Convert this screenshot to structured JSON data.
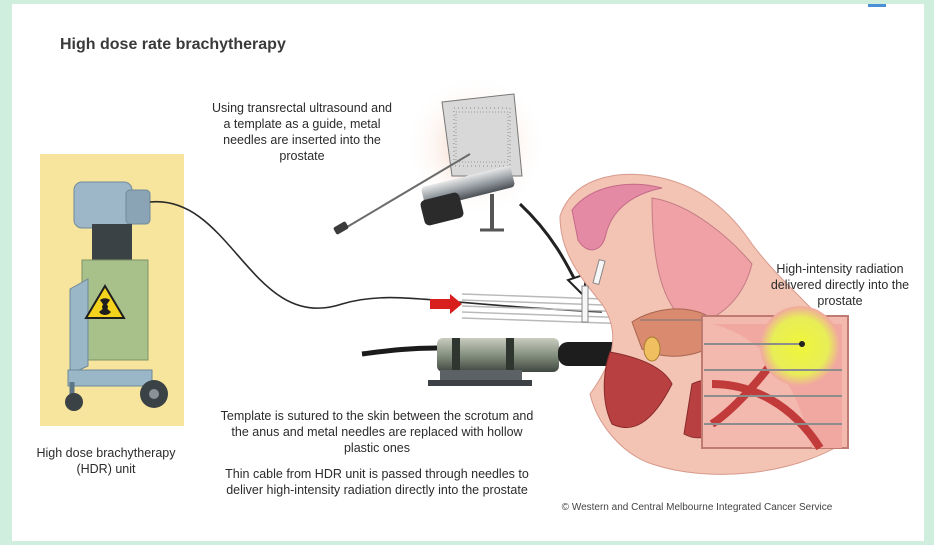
{
  "title": "High dose rate brachytherapy",
  "callouts": {
    "template_guide": "Using transrectal ultrasound and a template as a guide, metal needles are inserted into the prostate",
    "radiation": "High-intensity radiation delivered directly into the prostate",
    "sutured": "Template is sutured to the skin between the scrotum and the anus and metal needles are replaced with hollow plastic ones",
    "cable": "Thin cable from HDR unit is passed through needles to deliver high-intensity radiation directly into the prostate",
    "hdr_unit": "High dose brachytherapy (HDR) unit"
  },
  "copyright": "© Western and Central Melbourne Integrated Cancer Service",
  "icons": [
    "radiation-warning-icon",
    "arrow-icon"
  ],
  "colors": {
    "background": "#cfeedd",
    "unit_panel": "#f6e39a",
    "unit_body": "#9ab7c7",
    "tissue": "#f3c3b4",
    "radiation_glow": "#e6ef3c",
    "arrow_red": "#d91e1e"
  }
}
